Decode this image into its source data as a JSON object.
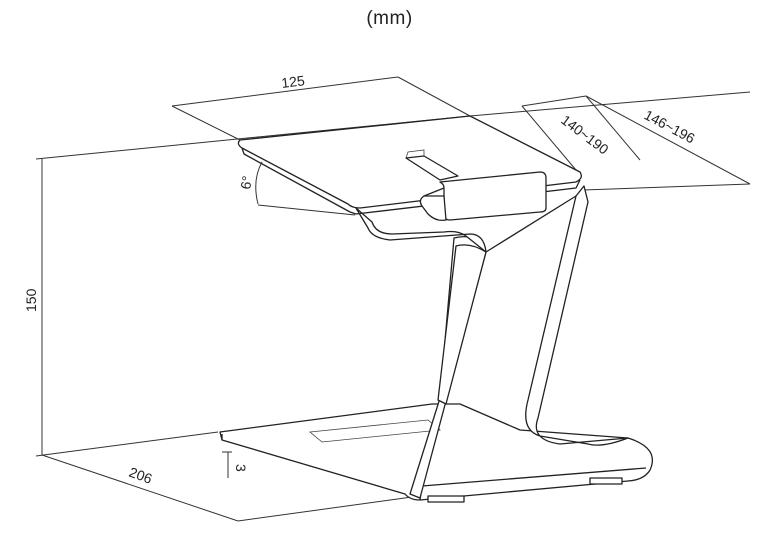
{
  "unit": "(mm)",
  "dimensions": {
    "top_width": "125",
    "holder_range": "140~190",
    "depth_range": "146~196",
    "tilt_angle": "6°",
    "height": "150",
    "base_depth": "206",
    "base_thickness": "3"
  },
  "colors": {
    "line": "#222222",
    "background": "#ffffff"
  }
}
